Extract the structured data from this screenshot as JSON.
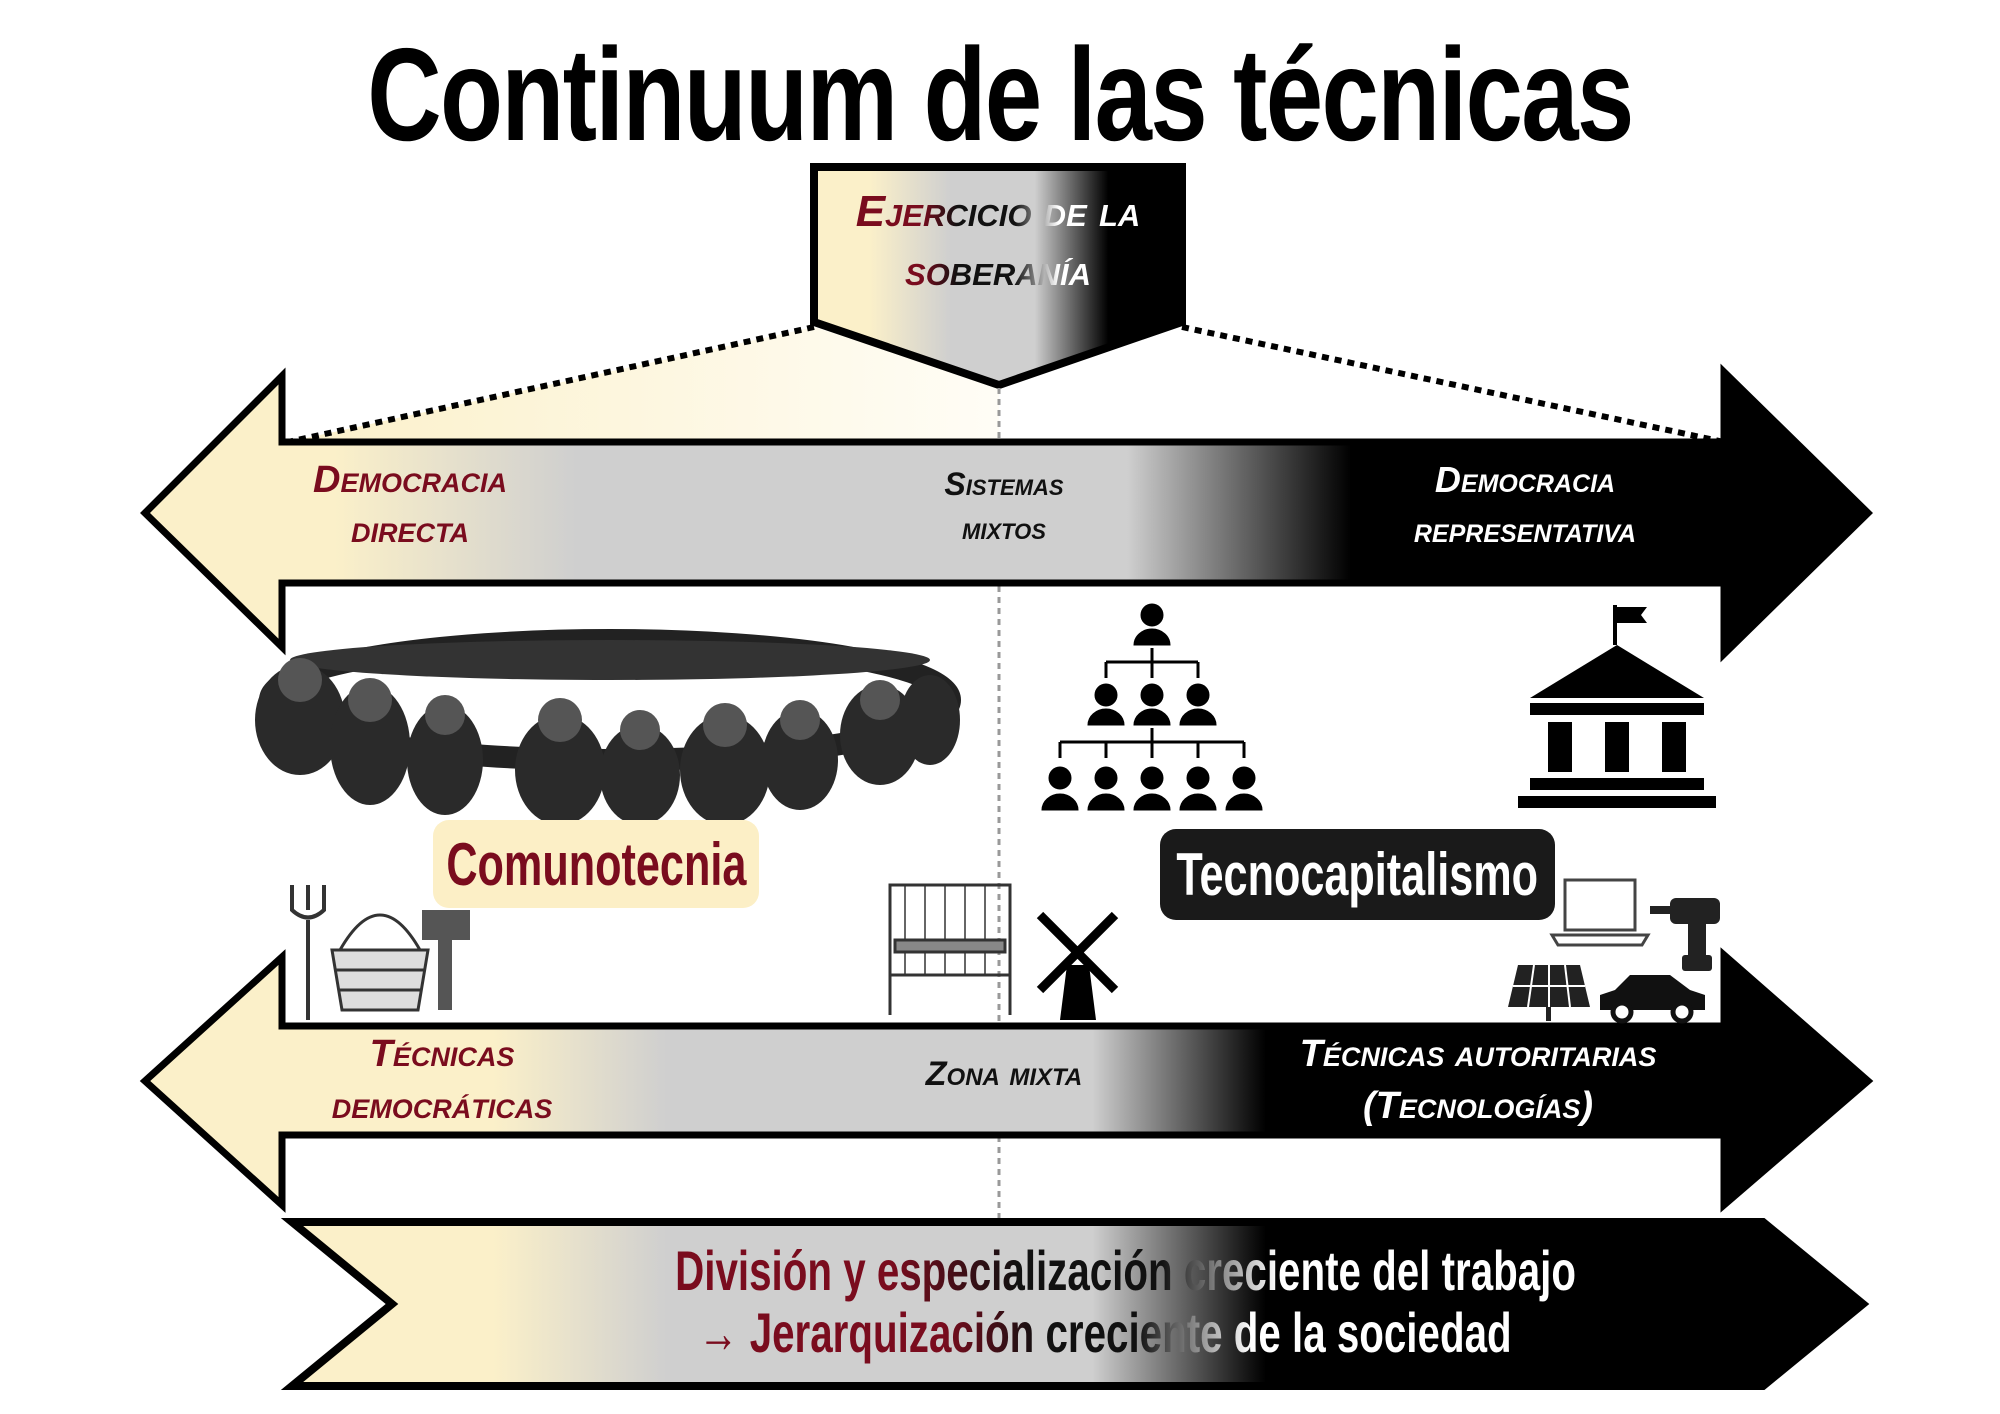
{
  "title": "Continuum de las técnicas",
  "top_box": {
    "line1": "Ejercicio de la",
    "line2": "soberanía"
  },
  "arrow_sovereignty": {
    "left_line1": "Democracia",
    "left_line2": "directa",
    "center_line1": "Sistemas",
    "center_line2": "mixtos",
    "right_line1": "Democracia",
    "right_line2": "representativa"
  },
  "labels": {
    "left": "Comunotecnia",
    "right": "Tecnocapitalismo"
  },
  "arrow_techniques": {
    "left_line1": "Técnicas",
    "left_line2": "democráticas",
    "center": "Zona mixta",
    "right_line1": "Técnicas autoritarias",
    "right_line2": "(Tecnologías)"
  },
  "bottom_banner": {
    "line1": "División y especialización creciente del trabajo",
    "line2": "→ Jerarquización creciente de la sociedad"
  },
  "colors": {
    "cream": "#fbf0c9",
    "gray": "#cfcfcf",
    "black": "#000000",
    "dark_red": "#7a0c1e"
  },
  "icons": [
    "people-circle-illustration",
    "hierarchy-icon",
    "government-building-icon",
    "pitchfork-icon",
    "basket-icon",
    "hammer-icon",
    "loom-icon",
    "windmill-icon",
    "laptop-icon",
    "drill-icon",
    "solar-panel-icon",
    "car-icon"
  ]
}
